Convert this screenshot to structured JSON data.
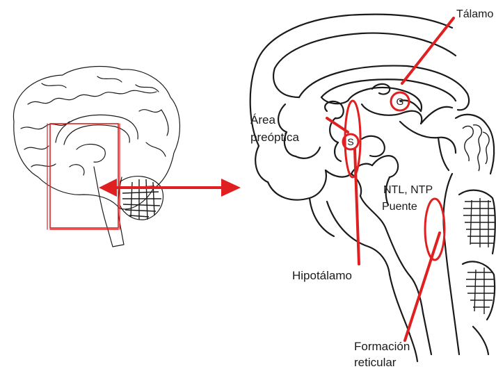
{
  "labels": {
    "thalamus": "Tálamo",
    "preoptic_line1": "Área",
    "preoptic_line2": "preóptica",
    "ntl_ntp": "NTL, NTP",
    "pons": "Puente",
    "hypothalamus": "Hipotálamo",
    "reticular_line1": "Formación",
    "reticular_line2": "reticular"
  },
  "markers": {
    "g": "G",
    "s": "S"
  },
  "colors": {
    "highlight": "#e02020",
    "ink": "#1a1a1a",
    "background": "#ffffff"
  }
}
